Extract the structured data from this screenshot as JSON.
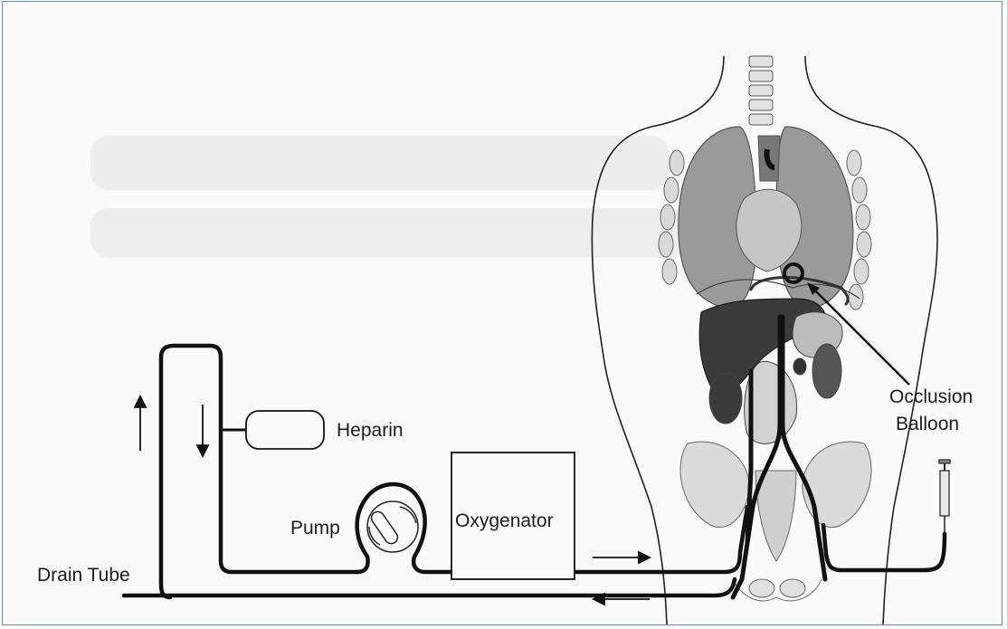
{
  "labels": {
    "heparin": "Heparin",
    "pump": "Pump",
    "oxygenator": "Oxygenator",
    "drain_tube": "Drain Tube",
    "occlusion": "Occlusion",
    "balloon": "Balloon"
  },
  "colors": {
    "frame_border": "#5a8fd6",
    "background": "#fbfaf8",
    "tube": "#111111",
    "organ_dark": "#2e2e2e",
    "organ_mid": "#8a8a8a",
    "organ_light": "#c4c4c4",
    "bone": "#d8d8d8"
  }
}
